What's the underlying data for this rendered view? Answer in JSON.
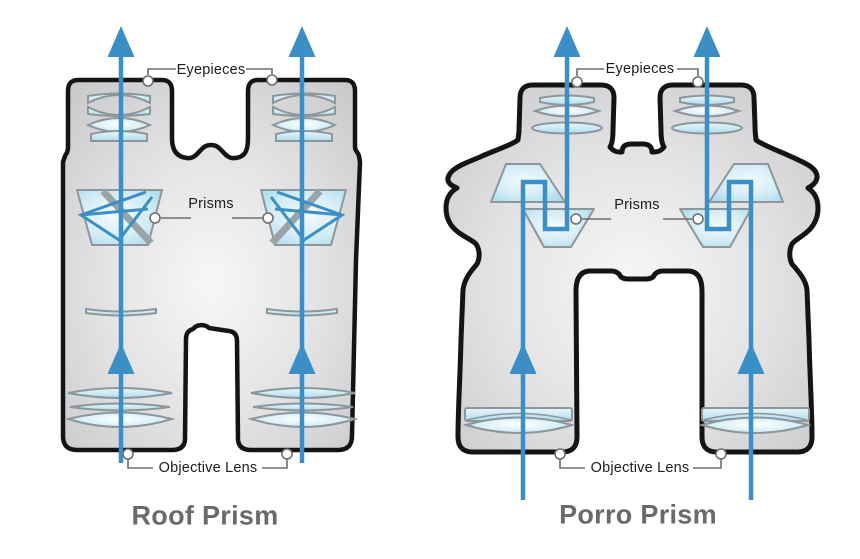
{
  "diagrams": [
    {
      "id": "roof",
      "title": "Roof Prism",
      "labels": {
        "eyepieces": "Eyepieces",
        "prisms": "Prisms",
        "objective_lens": "Objective Lens"
      }
    },
    {
      "id": "porro",
      "title": "Porro Prism",
      "labels": {
        "eyepieces": "Eyepieces",
        "prisms": "Prisms",
        "objective_lens": "Objective Lens"
      }
    }
  ],
  "icons": {
    "light_path_arrow": "upward arrow showing light exit direction through eyepieces"
  },
  "colors": {
    "background": "#ffffff",
    "light_path_blue": "#3b8fc6",
    "lens_blue": "#cdeaf5",
    "prism_blue": "#cfeaf5",
    "body_gray": "#d6d6d8",
    "outline_black": "#141414",
    "lens_stroke_gray": "#8d969b",
    "leader_gray": "#6e6e6e",
    "label_text": "#1c1c1c",
    "title_text": "#6a6a6c"
  }
}
